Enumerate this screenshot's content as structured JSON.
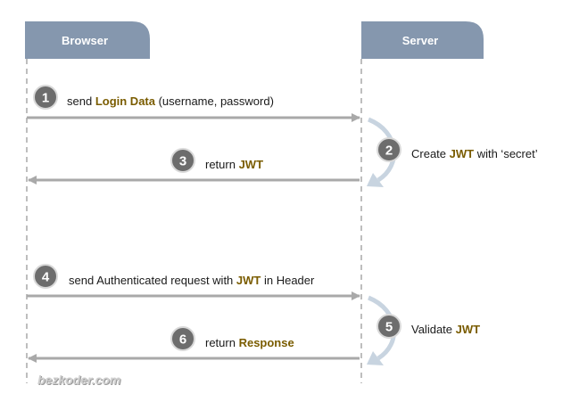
{
  "participants": {
    "browser": "Browser",
    "server": "Server"
  },
  "steps": [
    {
      "num": "1",
      "parts": [
        "send ",
        "Login Data",
        " (username, password)"
      ]
    },
    {
      "num": "2",
      "parts": [
        "Create ",
        "JWT",
        " with ‘secret’"
      ]
    },
    {
      "num": "3",
      "parts": [
        "return ",
        "JWT",
        ""
      ]
    },
    {
      "num": "4",
      "parts": [
        "send Authenticated request with ",
        "JWT",
        " in Header"
      ]
    },
    {
      "num": "5",
      "parts": [
        "Validate ",
        "JWT",
        ""
      ]
    },
    {
      "num": "6",
      "parts": [
        "return ",
        "Response",
        ""
      ]
    }
  ],
  "watermark": "bezkoder.com",
  "colors": {
    "header": "#8597ae",
    "lifeline": "#a8a8a8",
    "arrow": "#a9a9a9",
    "step_circle": "#6d6d6d",
    "highlight": "#7a5c00",
    "self_arrow": "#c8d4e0"
  }
}
